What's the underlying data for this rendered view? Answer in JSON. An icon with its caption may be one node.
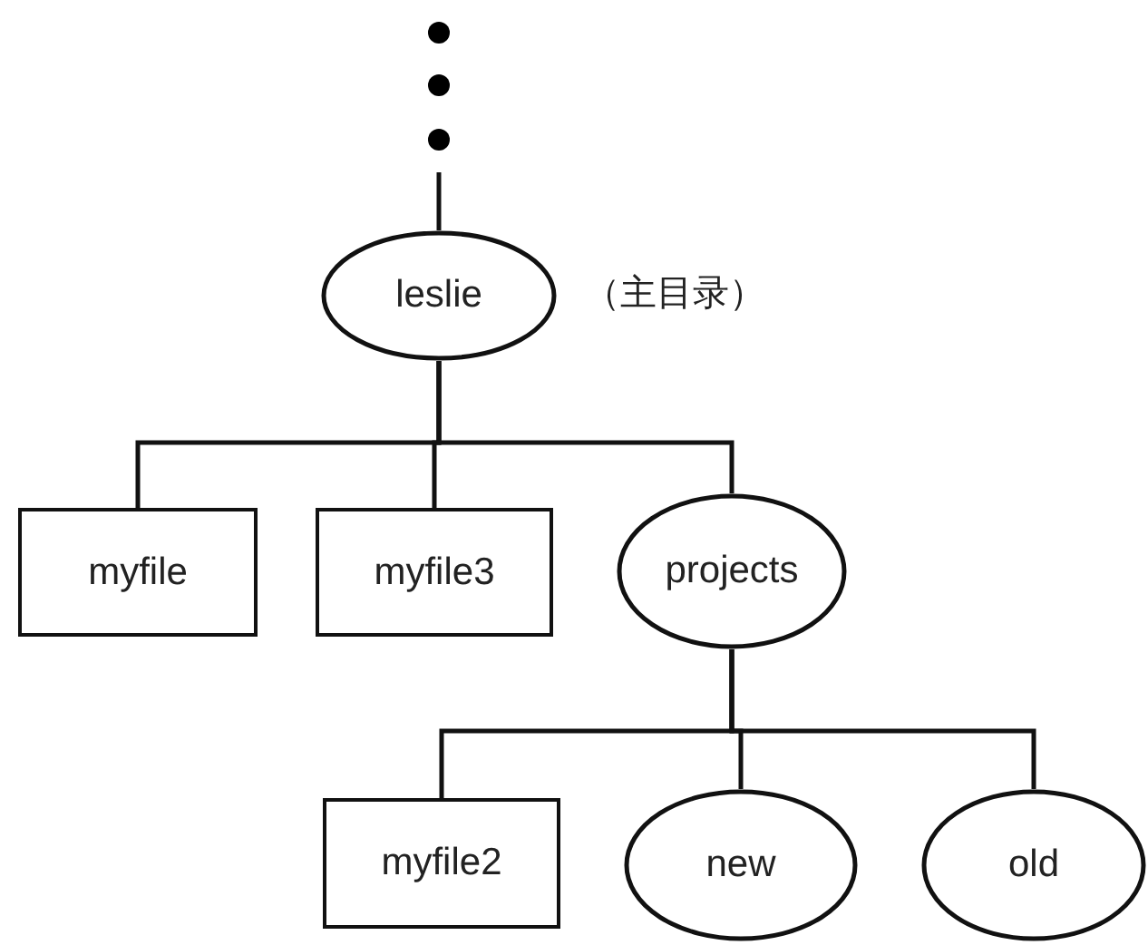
{
  "diagram": {
    "nodes": [
      {
        "text": [
          "leslie"
        ],
        "beside": [
          "（主目录）"
        ]
      },
      {
        "text": [
          "myfile"
        ]
      },
      {
        "text": [
          "myfile3"
        ]
      },
      {
        "text": [
          "projects"
        ]
      },
      {
        "text": [
          "myfile2"
        ]
      },
      {
        "text": [
          "new"
        ]
      },
      {
        "text": [
          "old"
        ]
      }
    ],
    "edges": [
      {
        "from": null,
        "to": 0,
        "arrow": "none"
      },
      {
        "from": 0,
        "to": 1,
        "arrow": "none"
      },
      {
        "from": 0,
        "to": 2,
        "arrow": "none"
      },
      {
        "from": 0,
        "to": 3,
        "arrow": "none"
      },
      {
        "from": 3,
        "to": 4,
        "arrow": "none"
      },
      {
        "from": 3,
        "to": 5,
        "arrow": "none"
      },
      {
        "from": 3,
        "to": 6,
        "arrow": "none"
      }
    ]
  }
}
